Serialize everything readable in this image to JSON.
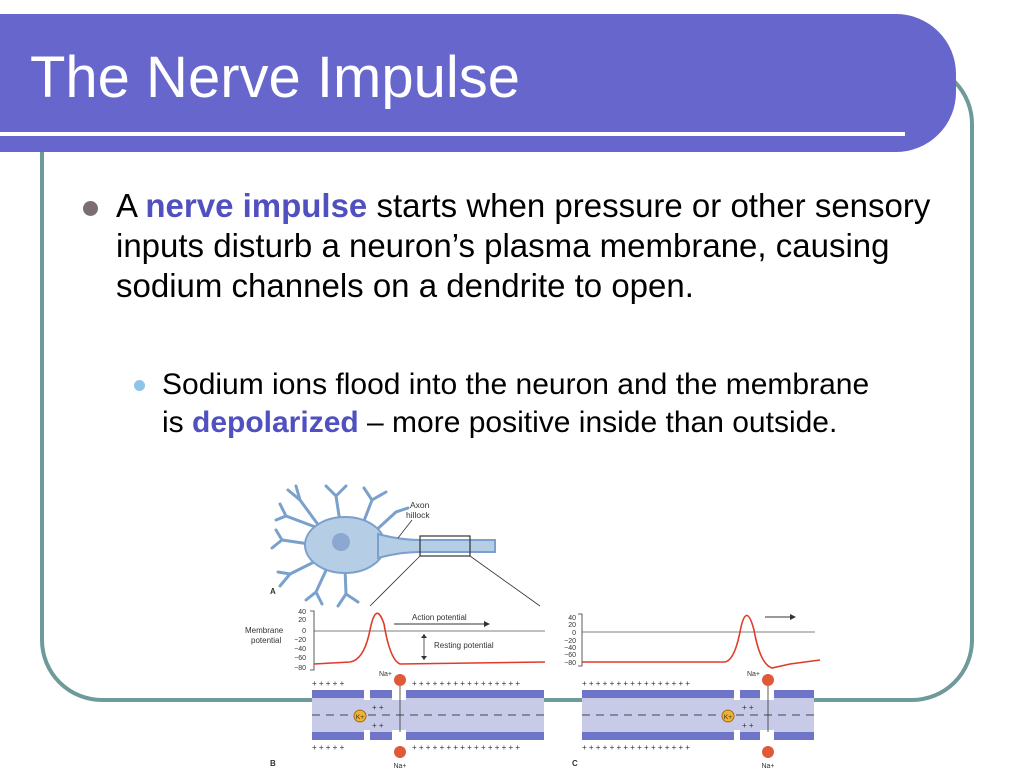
{
  "slide": {
    "title": "The Nerve Impulse",
    "bullet1": {
      "pre": "A ",
      "highlight": "nerve impulse",
      "post": " starts when pressure or other sensory inputs disturb a neuron’s plasma membrane, causing sodium channels on a dendrite to open."
    },
    "bullet2": {
      "pre": "Sodium ions flood into the neuron and the membrane is ",
      "highlight": "depolarized",
      "post": " – more positive inside than outside."
    }
  },
  "figure": {
    "axon_label": "Axon",
    "hillock_label": "hillock",
    "panel_a": "A",
    "panel_b": "B",
    "panel_c": "C",
    "ylabel_line1": "Membrane",
    "ylabel_line2": "potential",
    "ticks": [
      "40",
      "20",
      "0",
      "−20",
      "−40",
      "−60",
      "−80"
    ],
    "action_potential": "Action potential",
    "resting_potential": "Resting potential",
    "na_label": "Na+",
    "k_label": "K+",
    "plus_row": "+ + + + + + + + + + + + + + + +",
    "plus_short": "+ + + + +",
    "plus_tiny": "+ +",
    "dash_row": "– – – – – – – – – – – – – – – –",
    "dash_short": "– – – – –"
  },
  "colors": {
    "title_bar": "#6666cc",
    "frame": "#6f9a9a",
    "highlight": "#5050c0",
    "membrane": "#6e74c8",
    "membrane_fill": "#c8cbe8",
    "curve": "#e03a2a"
  }
}
